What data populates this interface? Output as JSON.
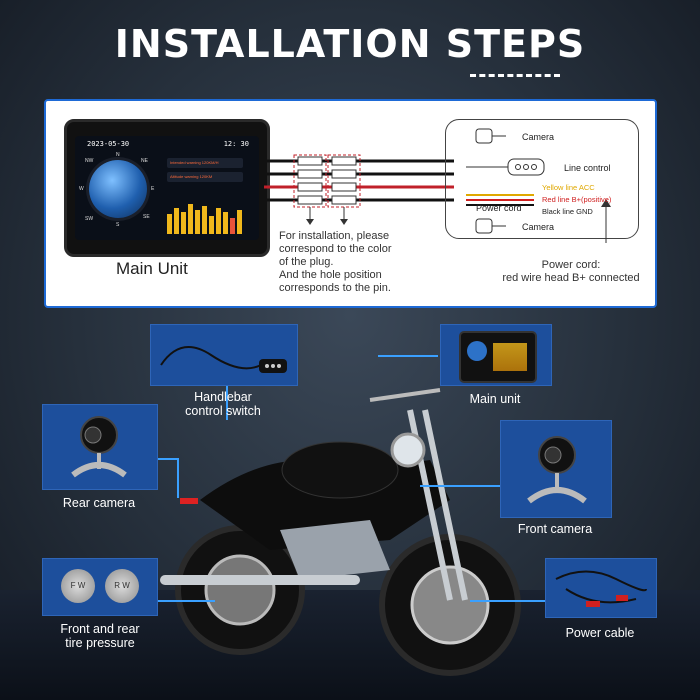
{
  "title": "INSTALLATION STEPS",
  "diagram": {
    "screen": {
      "date": "2023-05-30",
      "time": "12: 30",
      "compass": [
        "N",
        "NE",
        "E",
        "SE",
        "S",
        "SW",
        "W",
        "NW"
      ],
      "row1": "Intended warning  120KM/H",
      "row2": "Altitude warning  120KM"
    },
    "main_unit_caption": "Main Unit",
    "note": "For installation, please\ncorrespond to the color\nof the plug.\nAnd the hole position\ncorresponds to the pin.",
    "wiring": {
      "camera_top": "Camera",
      "line_control": "Line control",
      "yellow_line": "Yellow line ACC",
      "red_line": "Red line B+(positive)",
      "black_line": "Black line GND",
      "power_cord": "Power cord",
      "camera_bottom": "Camera"
    },
    "power_note": "Power cord:\nred wire head B+ connected"
  },
  "parts": {
    "handlebar": "Handlebar\ncontrol switch",
    "main_unit": "Main unit",
    "rear_camera": "Rear camera",
    "front_camera": "Front camera",
    "tire_pressure": "Front and rear\ntire pressure",
    "power_cable": "Power cable",
    "tire_labels": [
      "F W",
      "R W"
    ]
  },
  "colors": {
    "panel_blue": "#1d4f9c",
    "diagram_border": "#1e6ad6",
    "yellow_wire": "#e0a800",
    "red_wire": "#d02020"
  }
}
